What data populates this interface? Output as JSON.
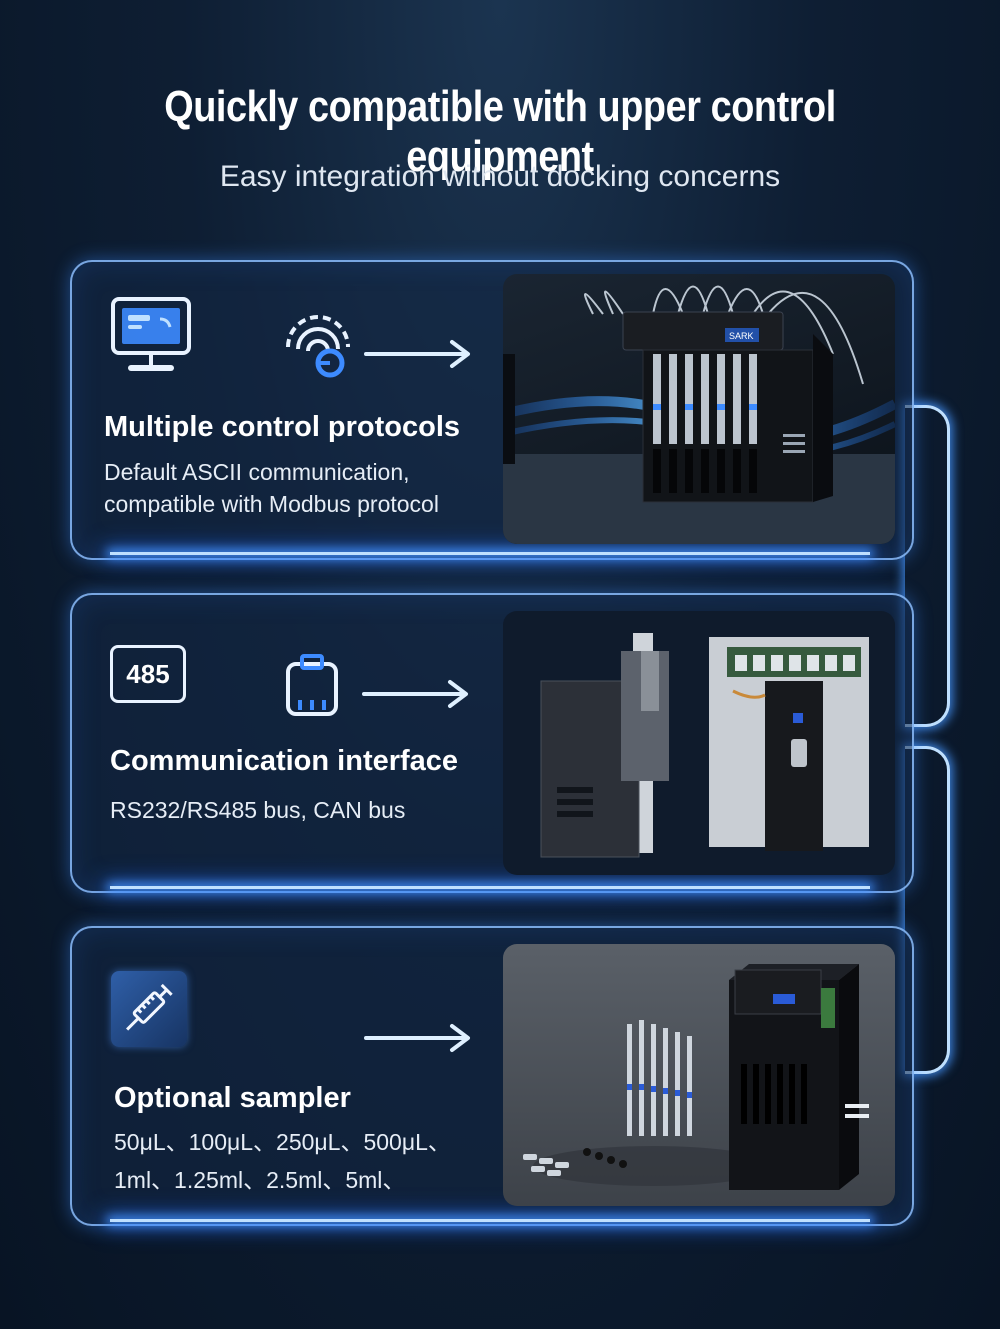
{
  "header": {
    "title": "Quickly compatible with upper control equipment",
    "subtitle": "Easy integration without docking concerns"
  },
  "panels": [
    {
      "title": "Multiple control protocols",
      "desc_lines": [
        "Default ASCII communication,",
        "compatible with Modbus protocol"
      ],
      "icons": [
        "monitor-icon",
        "wireless-signal-icon"
      ]
    },
    {
      "title": "Communication interface",
      "desc_lines": [
        "RS232/RS485 bus, CAN bus"
      ],
      "badge": "485",
      "icons": [
        "rs485-badge-icon",
        "connector-port-icon"
      ]
    },
    {
      "title": "Optional sampler",
      "desc_lines": [
        "50μL、100μL、250μL、500μL、",
        "1ml、1.25ml、2.5ml、5ml、"
      ],
      "icons": [
        "syringe-icon"
      ]
    }
  ],
  "device_label": "SARK",
  "colors": {
    "glow": "#bfe0ff",
    "accent_blue": "#3d8bff",
    "background": "#0e1e33"
  }
}
